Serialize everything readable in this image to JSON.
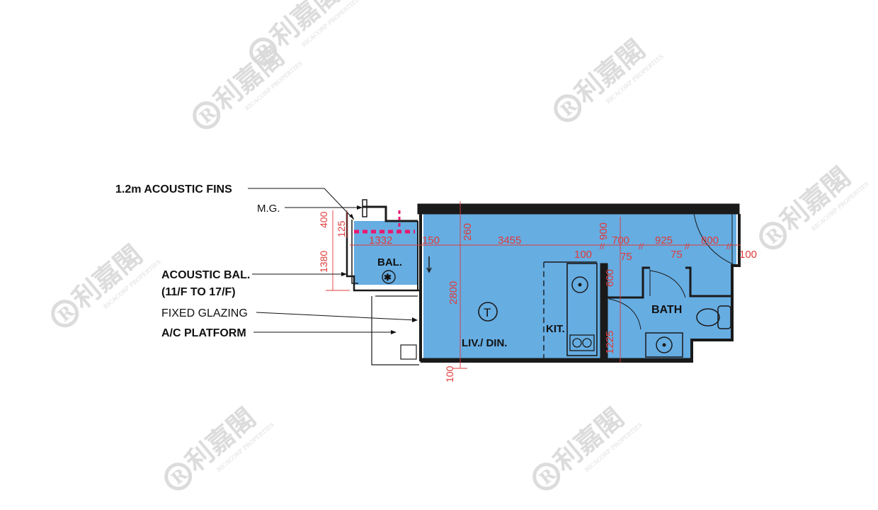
{
  "colors": {
    "floor_fill": "#66ade2",
    "wall": "#1a1a1a",
    "dimension": "#e03a3a",
    "fins": "#e8196e",
    "watermark": "#d9d9d9"
  },
  "callouts": {
    "acoustic_fins": "1.2m ACOUSTIC FINS",
    "mg": "M.G.",
    "acoustic_bal_1": "ACOUSTIC BAL.",
    "acoustic_bal_2": "(11/F TO 17/F)",
    "fixed_glazing": "FIXED GLAZING",
    "ac_platform": "A/C PLATFORM"
  },
  "rooms": {
    "bal": "BAL.",
    "liv_din": "LIV./ DIN.",
    "kit": "KIT.",
    "bath": "BATH",
    "t_symbol": "T"
  },
  "dimensions": {
    "d400": "400",
    "d125": "125",
    "d1380": "1380",
    "d1332": "1332",
    "d150": "150",
    "d260": "260",
    "d3455": "3455",
    "d900": "900",
    "d700": "700",
    "d925": "925",
    "d800": "800",
    "d100_kit": "100",
    "d75_a": "75",
    "d75_b": "75",
    "d100_right": "100",
    "d2800": "2800",
    "d600": "600",
    "d1225": "1225",
    "d100_bottom": "100"
  },
  "watermark": {
    "logo_letter": "R",
    "chinese": "利嘉閣",
    "english": "RICACORP PROPERTIES"
  }
}
